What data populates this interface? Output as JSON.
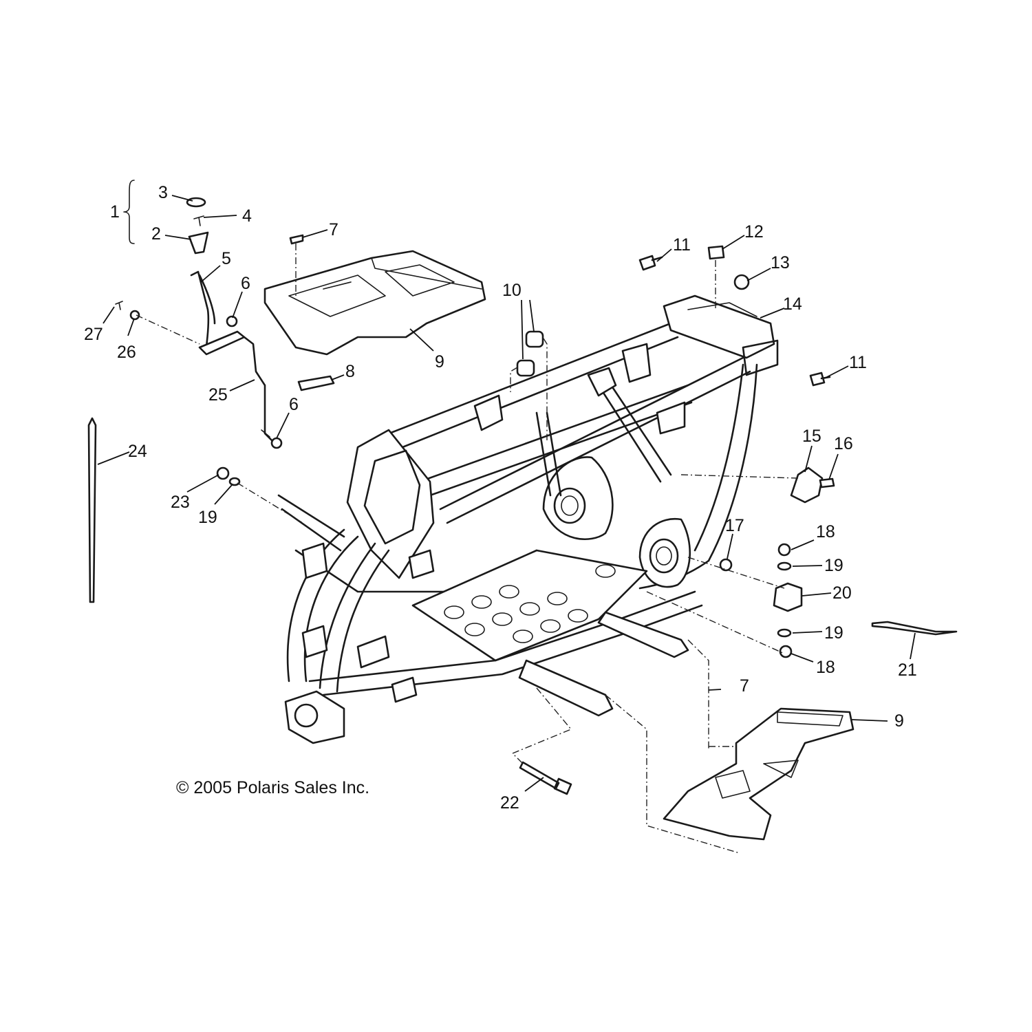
{
  "copyright": "© 2005 Polaris Sales Inc.",
  "callouts": [
    {
      "id": "c1",
      "text": "1"
    },
    {
      "id": "c2",
      "text": "2"
    },
    {
      "id": "c3",
      "text": "3"
    },
    {
      "id": "c4",
      "text": "4"
    },
    {
      "id": "c5",
      "text": "5"
    },
    {
      "id": "c6a",
      "text": "6"
    },
    {
      "id": "c6b",
      "text": "6"
    },
    {
      "id": "c7a",
      "text": "7"
    },
    {
      "id": "c7b",
      "text": "7"
    },
    {
      "id": "c8",
      "text": "8"
    },
    {
      "id": "c9a",
      "text": "9"
    },
    {
      "id": "c9b",
      "text": "9"
    },
    {
      "id": "c10",
      "text": "10"
    },
    {
      "id": "c11a",
      "text": "11"
    },
    {
      "id": "c11b",
      "text": "11"
    },
    {
      "id": "c12",
      "text": "12"
    },
    {
      "id": "c13",
      "text": "13"
    },
    {
      "id": "c14",
      "text": "14"
    },
    {
      "id": "c15",
      "text": "15"
    },
    {
      "id": "c16",
      "text": "16"
    },
    {
      "id": "c17",
      "text": "17"
    },
    {
      "id": "c18a",
      "text": "18"
    },
    {
      "id": "c18b",
      "text": "18"
    },
    {
      "id": "c19a",
      "text": "19"
    },
    {
      "id": "c19b",
      "text": "19"
    },
    {
      "id": "c19c",
      "text": "19"
    },
    {
      "id": "c20",
      "text": "20"
    },
    {
      "id": "c21",
      "text": "21"
    },
    {
      "id": "c22",
      "text": "22"
    },
    {
      "id": "c23",
      "text": "23"
    },
    {
      "id": "c24",
      "text": "24"
    },
    {
      "id": "c25",
      "text": "25"
    },
    {
      "id": "c26",
      "text": "26"
    },
    {
      "id": "c27",
      "text": "27"
    }
  ]
}
